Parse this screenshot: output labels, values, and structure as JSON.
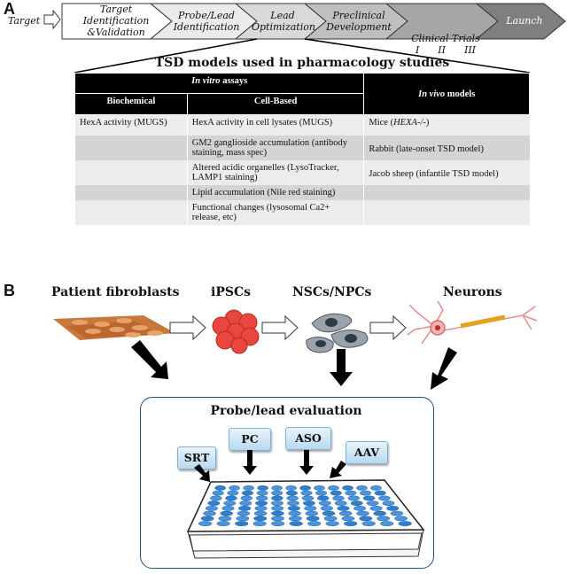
{
  "panel_a_letter": "A",
  "panel_b_letter": "B",
  "pipeline": {
    "start_label": "Target",
    "stages": [
      {
        "line1": "Target",
        "line2": "Identification",
        "line3": "&Validation"
      },
      {
        "line1": "Probe/Lead",
        "line2": "Identification",
        "line3": ""
      },
      {
        "line1": "Lead",
        "line2": "Optimization",
        "line3": ""
      },
      {
        "line1": "Preclinical",
        "line2": "Development",
        "line3": ""
      },
      {
        "line1": "Clinical Trials",
        "line2": "I      II      III",
        "line3": ""
      },
      {
        "line1": "Launch",
        "line2": "",
        "line3": ""
      }
    ],
    "colors": [
      "#ffffff",
      "#ebebeb",
      "#d9d9d9",
      "#bfbfbf",
      "#a6a6a6",
      "#7f7f7f"
    ]
  },
  "table": {
    "title": "TSD models used in pharmacology studies",
    "in_vitro_prefix": "In vitro",
    "in_vitro_suffix": " assays",
    "in_vivo_prefix": "In vivo",
    "in_vivo_suffix": " models",
    "col_biochemical": "Biochemical",
    "col_cell_based": "Cell-Based",
    "rows": [
      {
        "biochemical": "HexA activity (MUGS)",
        "cell": "HexA activity in cell lysates (MUGS)",
        "invivo": "Mice (HEXA-/-)"
      },
      {
        "biochemical": "",
        "cell": "GM2 ganglioside accumulation (antibody staining, mass spec)",
        "invivo": "Rabbit (late-onset TSD model)"
      },
      {
        "biochemical": "",
        "cell": "Altered acidic organelles (LysoTracker, LAMP1 staining)",
        "invivo": "Jacob sheep (infantile TSD model)"
      },
      {
        "biochemical": "",
        "cell": "Lipid accumulation (Nile red staining)",
        "invivo": ""
      },
      {
        "biochemical": "",
        "cell": "Functional changes (lysosomal Ca2+ release, etc)",
        "invivo": ""
      }
    ]
  },
  "panel_b": {
    "stages": [
      "Patient fibroblasts",
      "iPSCs",
      "NSCs/NPCs",
      "Neurons"
    ],
    "eval_title": "Probe/lead evaluation",
    "tags": [
      "SRT",
      "PC",
      "ASO",
      "AAV"
    ]
  }
}
